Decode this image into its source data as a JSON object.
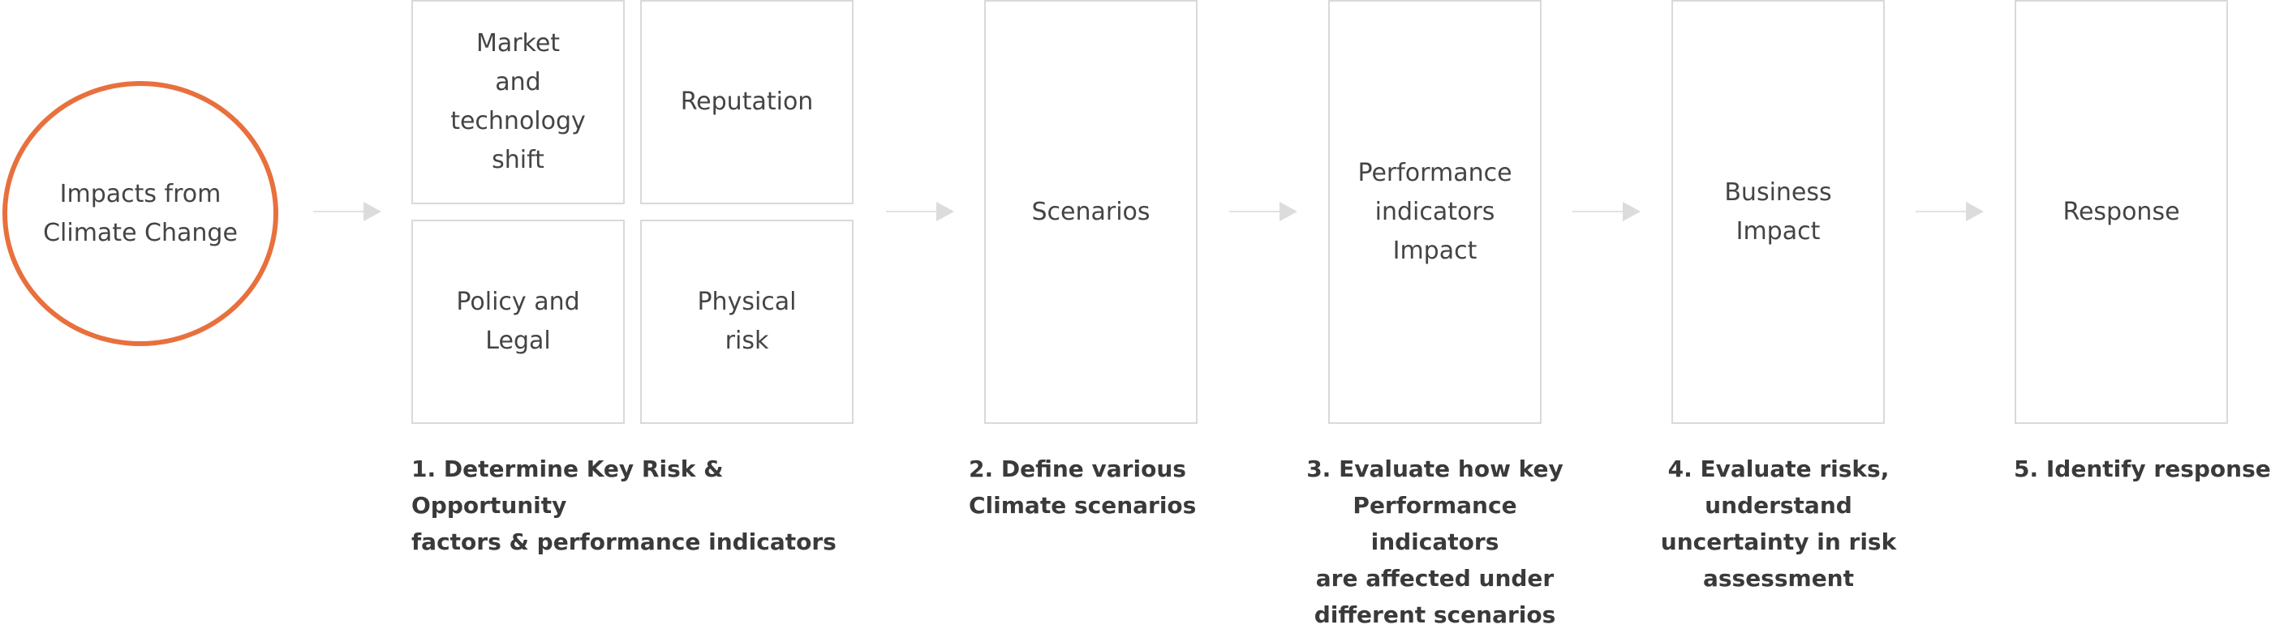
{
  "start": {
    "label": "Impacts from\nClimate Change"
  },
  "factors": {
    "market": "Market\nand\ntechnology\nshift",
    "reputation": "Reputation",
    "policy": "Policy and\nLegal",
    "physical": "Physical\nrisk"
  },
  "steps": {
    "scenarios": "Scenarios",
    "performance": "Performance\nindicators\nImpact",
    "business": "Business\nImpact",
    "response": "Response"
  },
  "captions": {
    "c1": "1. Determine Key Risk & Opportunity\nfactors & performance indicators",
    "c2": "2. Define various\nClimate scenarios",
    "c3": "3. Evaluate how key\nPerformance indicators\nare affected under\ndifferent scenarios",
    "c4": "4. Evaluate risks,\nunderstand\nuncertainty in risk\nassessment",
    "c5": "5. Identify response"
  },
  "colors": {
    "accent": "#e8703d",
    "box_border": "#d9d9d9",
    "arrow": "#dcdcdc"
  }
}
